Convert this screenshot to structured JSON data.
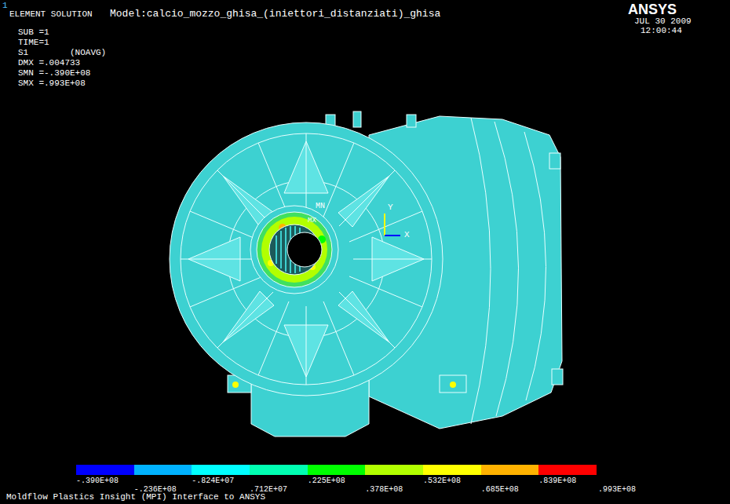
{
  "diagram": {
    "labels": [
      "1",
      "ELEMENT SOLUTION",
      "Model:calcio_mozzo_ghisa_(iniettori_distanziati)_ghisa",
      "SUB =1",
      "TIME=1",
      "S1        (NOAVG)",
      "DMX =.004733",
      "SMN =-.390E+08",
      "SMX =.993E+08",
      "ANSYS",
      "JUL 30 2009",
      "12:00:44",
      "MN",
      "MX",
      "Y",
      "X",
      ".993E+08",
      "Moldflow Plastics Insight (MPI) Interface to ANSYS"
    ],
    "legend": [
      {
        "text": "-.390E+08",
        "color": "#0000ff"
      },
      {
        "text": "-.236E+08",
        "color": "#00b2ff"
      },
      {
        "text": "-.824E+07",
        "color": "#00ffff"
      },
      {
        "text": ".712E+07",
        "color": "#00ffb2"
      },
      {
        "text": ".225E+08",
        "color": "#00ff00"
      },
      {
        "text": ".378E+08",
        "color": "#b2ff00"
      },
      {
        "text": ".532E+08",
        "color": "#ffff00"
      },
      {
        "text": ".685E+08",
        "color": "#ffb200"
      },
      {
        "text": ".839E+08",
        "color": "#ff0000"
      }
    ]
  }
}
